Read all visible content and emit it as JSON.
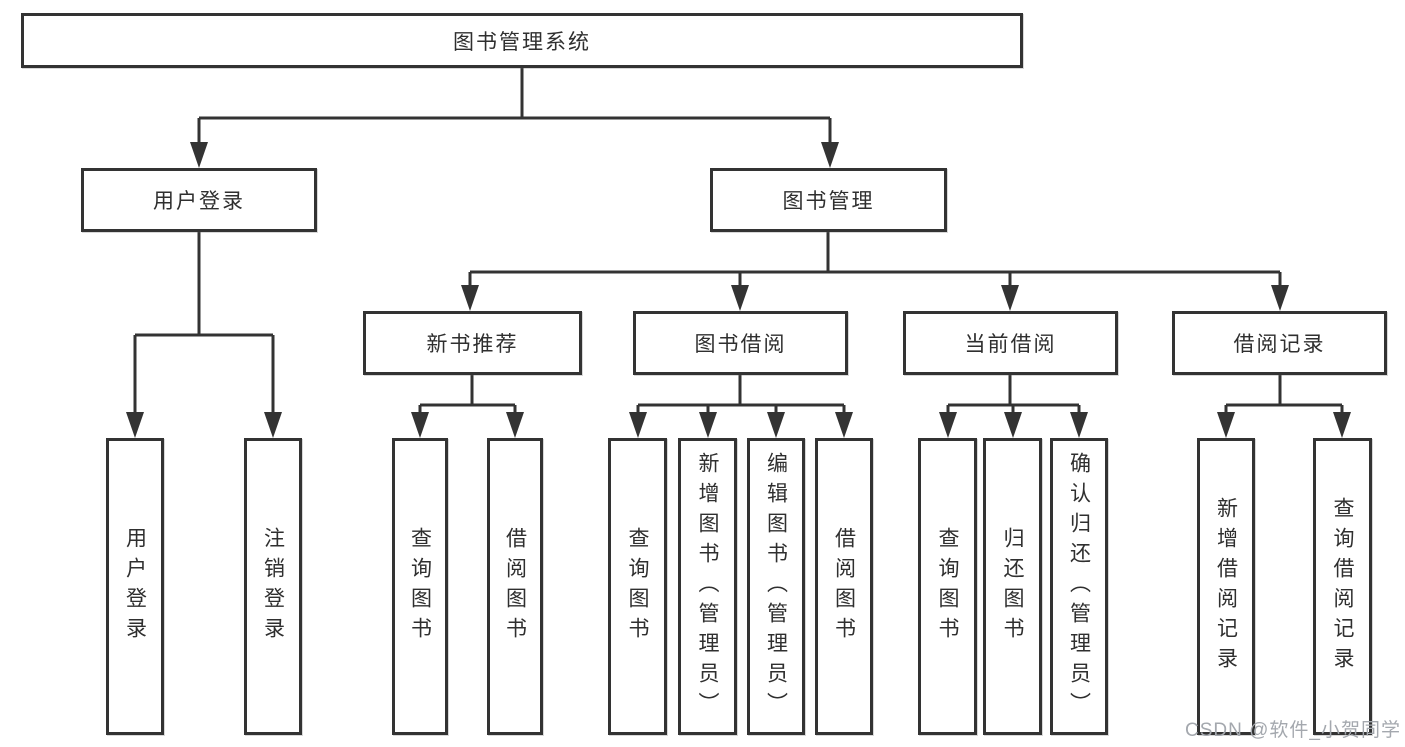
{
  "colors": {
    "line": "#333333",
    "box_border": "#333333",
    "text": "#2f2f2f",
    "background": "#ffffff",
    "watermark": "#a4a8ae"
  },
  "watermark": {
    "text": "CSDN @软件_小贺同学"
  },
  "tree": {
    "label": "图书管理系统",
    "children": [
      {
        "label": "用户登录",
        "children": [
          {
            "label": "用户登录"
          },
          {
            "label": "注销登录"
          }
        ]
      },
      {
        "label": "图书管理",
        "children": [
          {
            "label": "新书推荐",
            "children": [
              {
                "label": "查询图书"
              },
              {
                "label": "借阅图书"
              }
            ]
          },
          {
            "label": "图书借阅",
            "children": [
              {
                "label": "查询图书"
              },
              {
                "label": "新增图书（管理员）"
              },
              {
                "label": "编辑图书（管理员）"
              },
              {
                "label": "借阅图书"
              }
            ]
          },
          {
            "label": "当前借阅",
            "children": [
              {
                "label": "查询图书"
              },
              {
                "label": "归还图书"
              },
              {
                "label": "确认归还（管理员）"
              }
            ]
          },
          {
            "label": "借阅记录",
            "children": [
              {
                "label": "新增借阅记录"
              },
              {
                "label": "查询借阅记录"
              }
            ]
          }
        ]
      }
    ]
  }
}
